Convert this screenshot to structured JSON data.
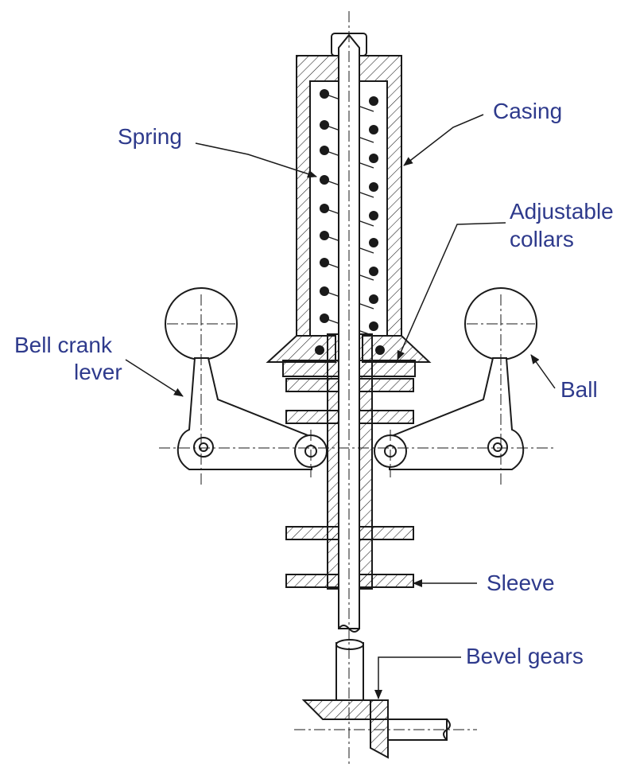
{
  "colors": {
    "label": "#2e3a8c",
    "line": "#1a1a1a",
    "background": "#ffffff"
  },
  "labels": {
    "casing": "Casing",
    "spring": "Spring",
    "adjustable_collars_line1": "Adjustable",
    "adjustable_collars_line2": "collars",
    "bell_crank_lever_line1": "Bell crank",
    "bell_crank_lever_line2": "lever",
    "ball": "Ball",
    "sleeve": "Sleeve",
    "bevel_gears": "Bevel gears"
  }
}
